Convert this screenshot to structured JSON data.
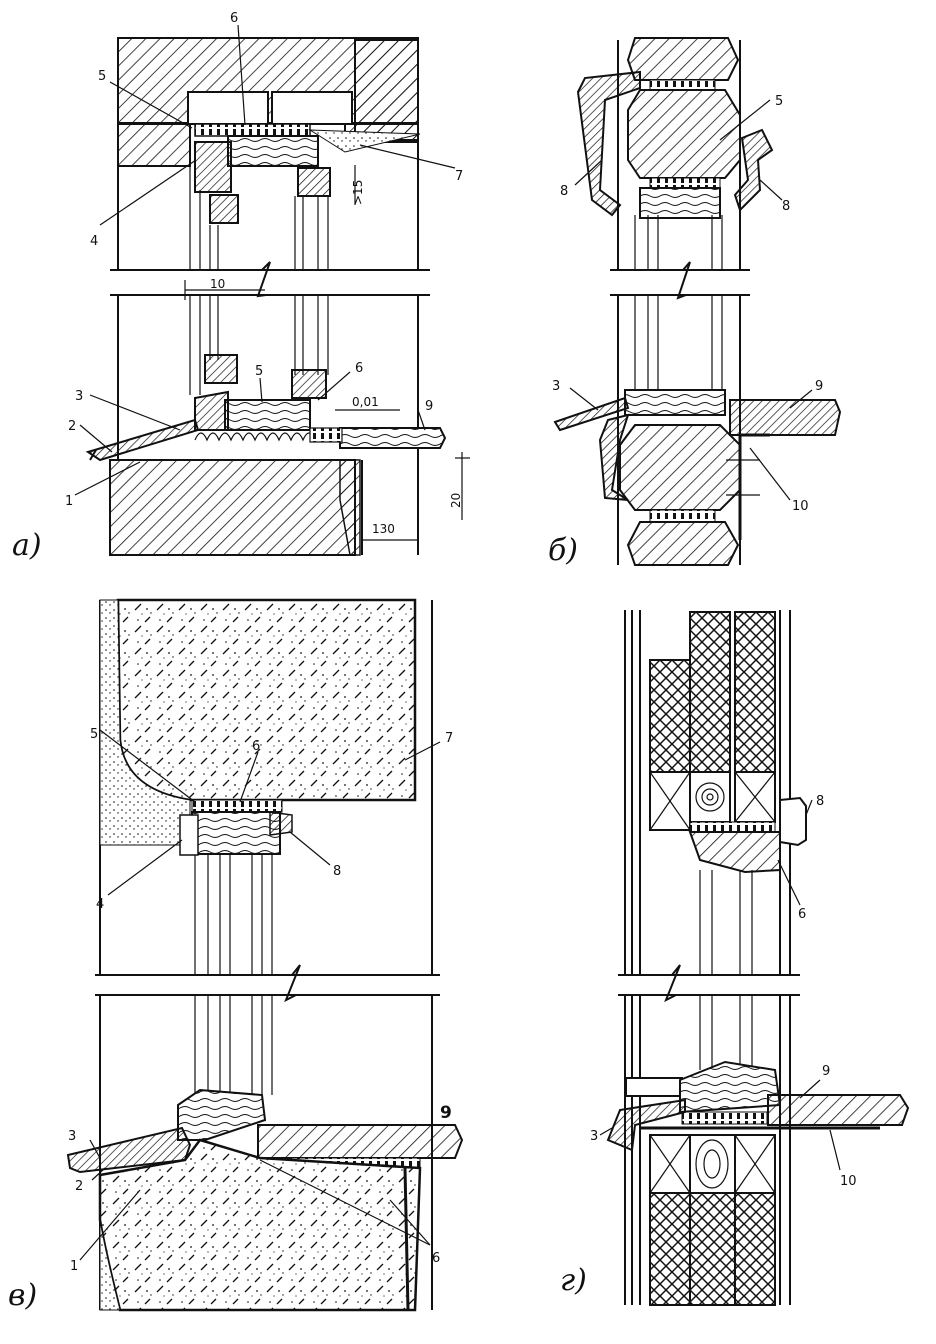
{
  "captions": {
    "a": "а)",
    "b": "б)",
    "v": "в)",
    "g": "г)"
  },
  "panel_a": {
    "labels": [
      "6",
      "5",
      "7",
      "4",
      "3",
      "2",
      "1",
      "5",
      "6",
      "9"
    ],
    "dims": {
      "gap15": ">15",
      "w10": "10",
      "slope": "0,01",
      "h20": "20",
      "w130": "130"
    }
  },
  "panel_b": {
    "labels": [
      "5",
      "8",
      "8",
      "3",
      "9",
      "10"
    ]
  },
  "panel_v": {
    "labels": [
      "5",
      "6",
      "7",
      "4",
      "8",
      "9",
      "3",
      "2",
      "1",
      "6"
    ]
  },
  "panel_g": {
    "labels": [
      "8",
      "6",
      "9",
      "3",
      "10"
    ]
  }
}
